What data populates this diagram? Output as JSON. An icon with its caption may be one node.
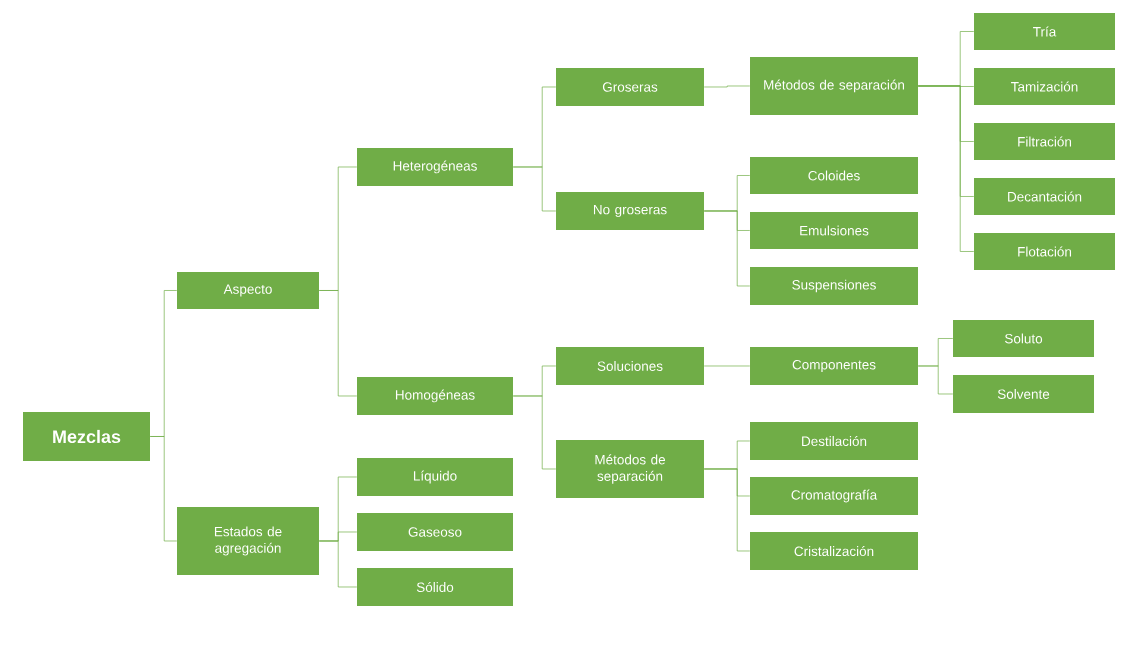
{
  "diagram": {
    "nodes": [
      {
        "text": [
          "Mezclas"
        ]
      },
      {
        "text": [
          "Aspecto"
        ]
      },
      {
        "text": [
          "Estados de agregación"
        ]
      },
      {
        "text": [
          "Heterogéneas"
        ]
      },
      {
        "text": [
          "Homogéneas"
        ]
      },
      {
        "text": [
          "Líquido"
        ]
      },
      {
        "text": [
          "Gaseoso"
        ]
      },
      {
        "text": [
          "Sólido"
        ]
      },
      {
        "text": [
          "Groseras"
        ]
      },
      {
        "text": [
          "No groseras"
        ]
      },
      {
        "text": [
          "Soluciones"
        ]
      },
      {
        "text": [
          "Métodos de separación"
        ]
      },
      {
        "text": [
          "Métodos de separación"
        ]
      },
      {
        "text": [
          "Coloides"
        ]
      },
      {
        "text": [
          "Emulsiones"
        ]
      },
      {
        "text": [
          "Suspensiones"
        ]
      },
      {
        "text": [
          "Componentes"
        ]
      },
      {
        "text": [
          "Destilación"
        ]
      },
      {
        "text": [
          "Cromatografía"
        ]
      },
      {
        "text": [
          "Cristalización"
        ]
      },
      {
        "text": [
          "Tría"
        ]
      },
      {
        "text": [
          "Tamización"
        ]
      },
      {
        "text": [
          "Filtración"
        ]
      },
      {
        "text": [
          "Decantación"
        ]
      },
      {
        "text": [
          "Flotación"
        ]
      },
      {
        "text": [
          "Soluto"
        ]
      },
      {
        "text": [
          "Solvente"
        ]
      }
    ],
    "edges": [
      {
        "from": 0,
        "to": 1,
        "arrow": "none"
      },
      {
        "from": 0,
        "to": 2,
        "arrow": "none"
      },
      {
        "from": 1,
        "to": 3,
        "arrow": "none"
      },
      {
        "from": 1,
        "to": 4,
        "arrow": "none"
      },
      {
        "from": 2,
        "to": 5,
        "arrow": "none"
      },
      {
        "from": 2,
        "to": 6,
        "arrow": "none"
      },
      {
        "from": 2,
        "to": 7,
        "arrow": "none"
      },
      {
        "from": 3,
        "to": 8,
        "arrow": "none"
      },
      {
        "from": 3,
        "to": 9,
        "arrow": "none"
      },
      {
        "from": 4,
        "to": 10,
        "arrow": "none"
      },
      {
        "from": 4,
        "to": 11,
        "arrow": "none"
      },
      {
        "from": 8,
        "to": 12,
        "arrow": "none"
      },
      {
        "from": 9,
        "to": 13,
        "arrow": "none"
      },
      {
        "from": 9,
        "to": 14,
        "arrow": "none"
      },
      {
        "from": 9,
        "to": 15,
        "arrow": "none"
      },
      {
        "from": 10,
        "to": 16,
        "arrow": "none"
      },
      {
        "from": 11,
        "to": 17,
        "arrow": "none"
      },
      {
        "from": 11,
        "to": 18,
        "arrow": "none"
      },
      {
        "from": 11,
        "to": 19,
        "arrow": "none"
      },
      {
        "from": 12,
        "to": 20,
        "arrow": "none"
      },
      {
        "from": 12,
        "to": 21,
        "arrow": "none"
      },
      {
        "from": 12,
        "to": 22,
        "arrow": "none"
      },
      {
        "from": 12,
        "to": 23,
        "arrow": "none"
      },
      {
        "from": 12,
        "to": 24,
        "arrow": "none"
      },
      {
        "from": 16,
        "to": 25,
        "arrow": "none"
      },
      {
        "from": 16,
        "to": 26,
        "arrow": "none"
      }
    ]
  }
}
